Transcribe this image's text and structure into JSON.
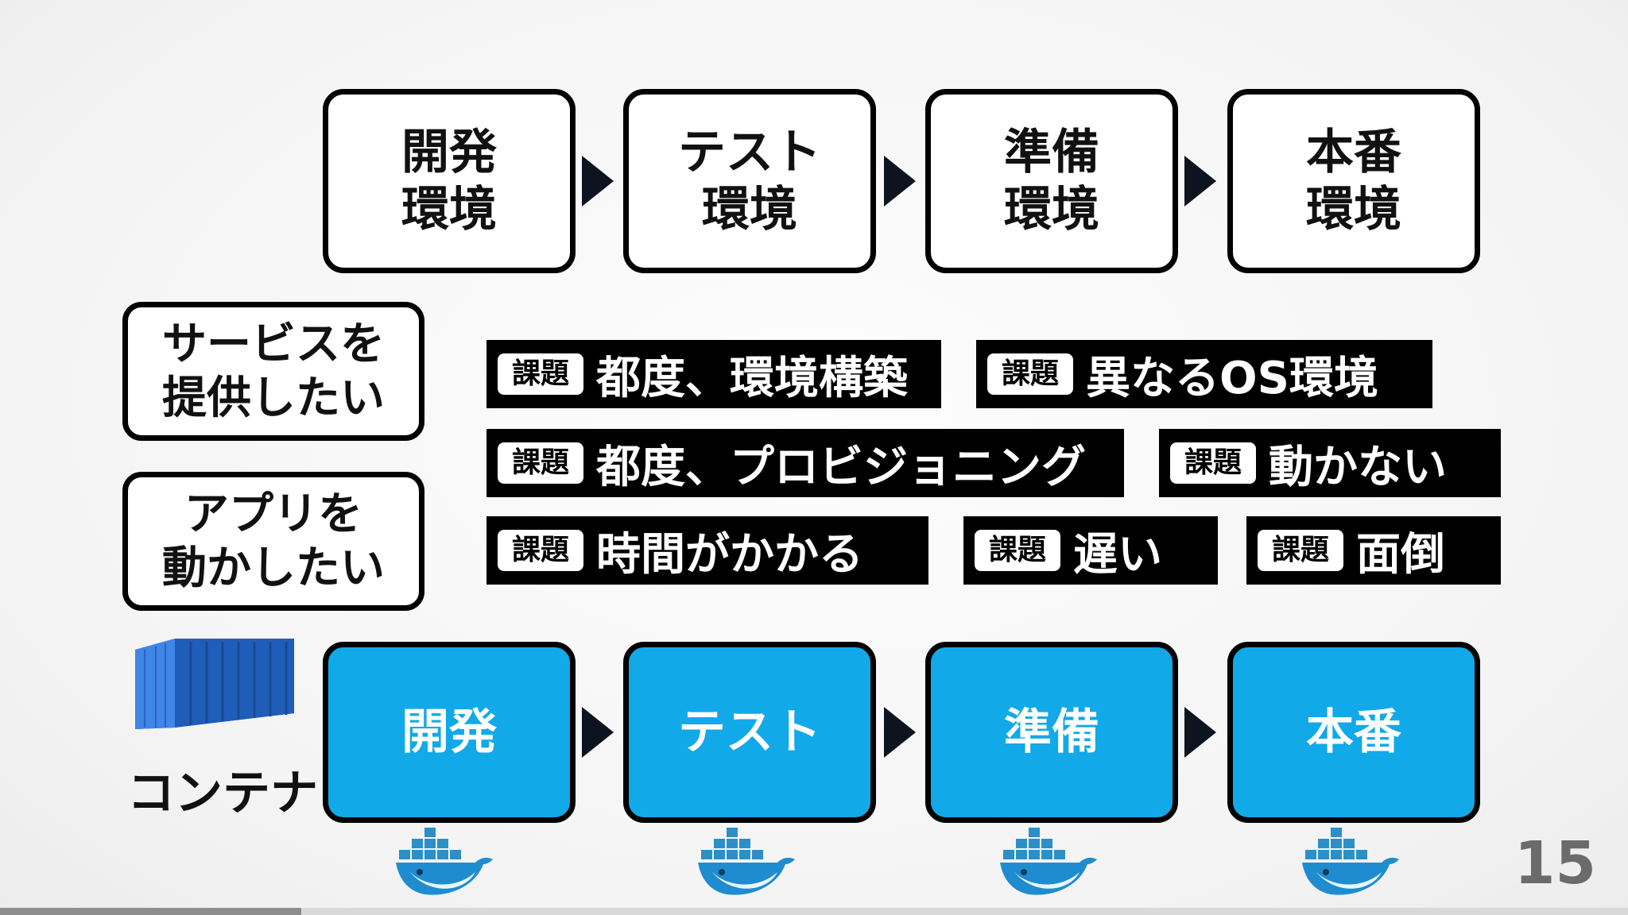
{
  "environments": {
    "dev": [
      "開発",
      "環境"
    ],
    "test": [
      "テスト",
      "環境"
    ],
    "staging": [
      "準備",
      "環境"
    ],
    "prod": [
      "本番",
      "環境"
    ]
  },
  "goals": {
    "service": [
      "サービスを",
      "提供したい"
    ],
    "app": [
      "アプリを",
      "動かしたい"
    ]
  },
  "issues": {
    "tag": "課題",
    "items": [
      "都度、環境構築",
      "異なるOS環境",
      "都度、プロビジョニング",
      "動かない",
      "時間がかかる",
      "遅い",
      "面倒"
    ]
  },
  "container": {
    "label": "コンテナ",
    "stages": [
      "開発",
      "テスト",
      "準備",
      "本番"
    ],
    "icon": "shipping-container-icon",
    "whale_icon": "docker-whale-icon"
  },
  "colors": {
    "container_blue": "#12a9e8",
    "arrow": "#0d1420"
  },
  "slide": {
    "page_number": "15",
    "progress": 0.185
  }
}
